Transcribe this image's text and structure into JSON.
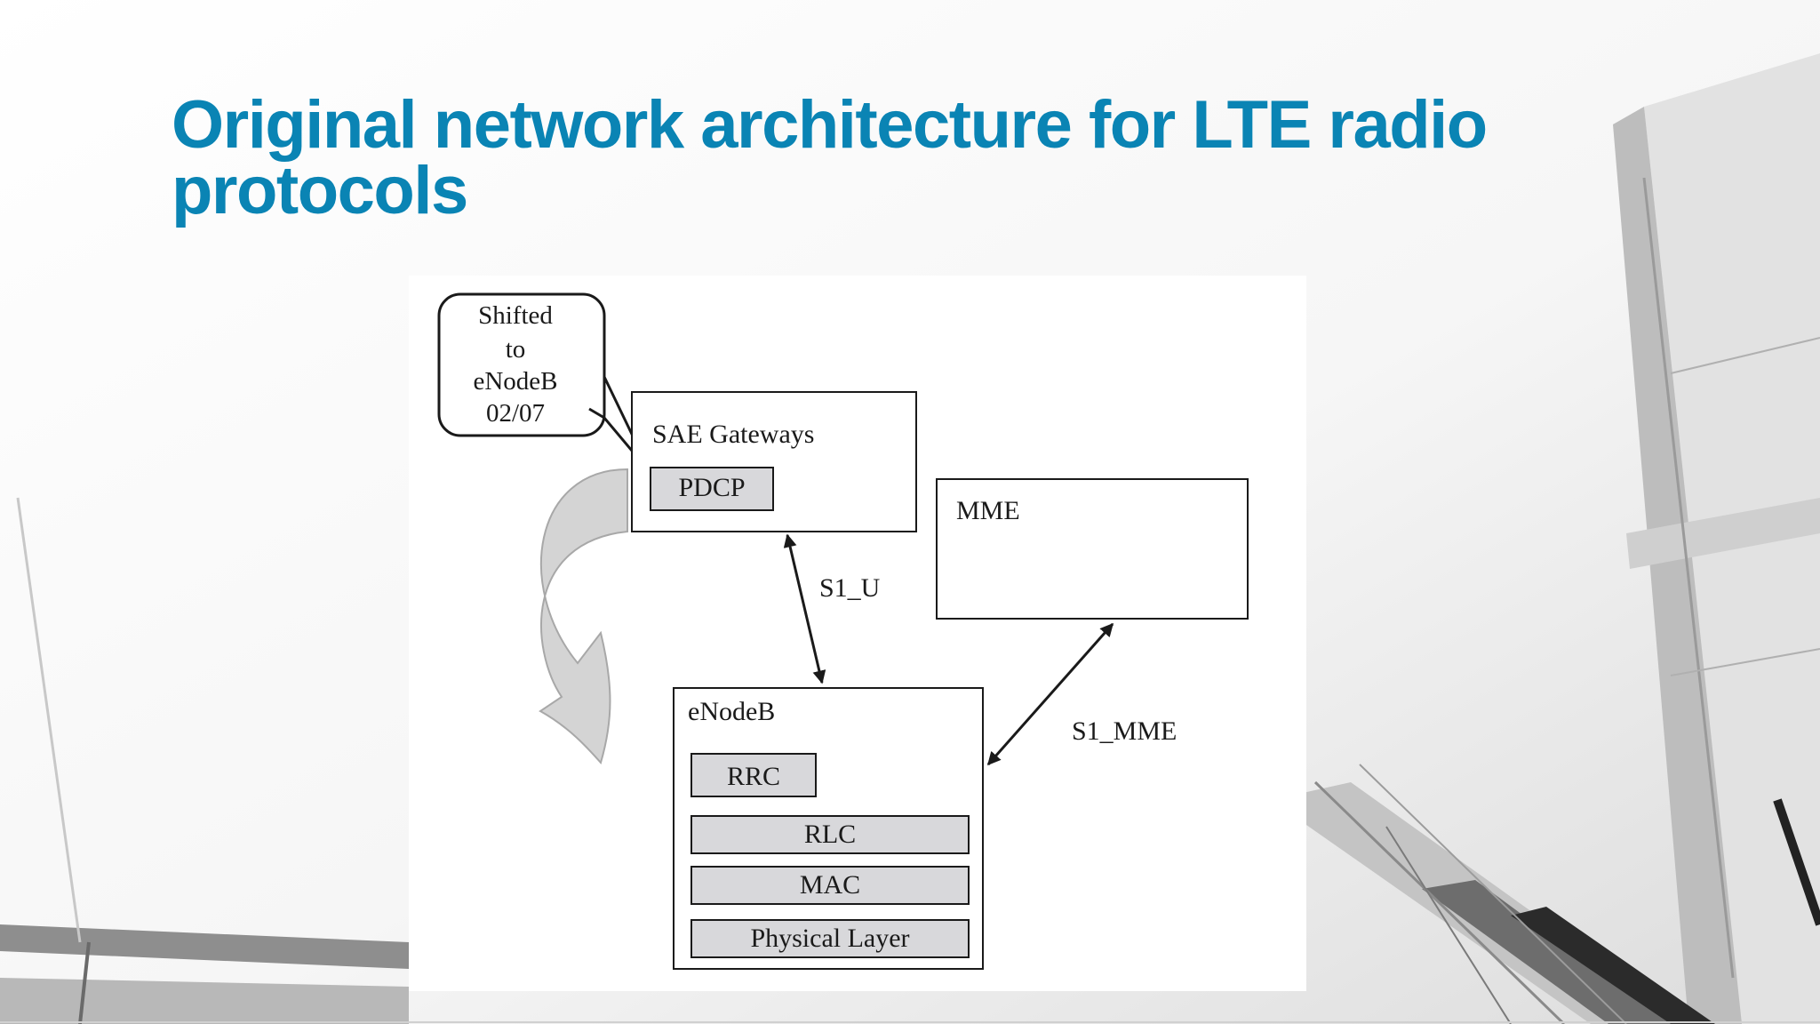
{
  "title": {
    "line1": "Original network architecture for LTE radio",
    "line2": "protocols"
  },
  "callout": {
    "lines": [
      "Shifted",
      "to",
      "eNodeB",
      "02/07"
    ]
  },
  "nodes": {
    "sae_gateways": {
      "label": "SAE Gateways",
      "layers": [
        "PDCP"
      ]
    },
    "mme": {
      "label": "MME"
    },
    "enodeb": {
      "label": "eNodeB",
      "layers": [
        "RRC",
        "RLC",
        "MAC",
        "Physical Layer"
      ]
    }
  },
  "links": {
    "s1_u": "S1_U",
    "s1_mme": "S1_MME"
  },
  "colors": {
    "title": "#0a84b4",
    "layer_fill": "#d8d8db",
    "box_stroke": "#1a1a1a",
    "curved_arrow_fill": "#d4d4d4"
  }
}
